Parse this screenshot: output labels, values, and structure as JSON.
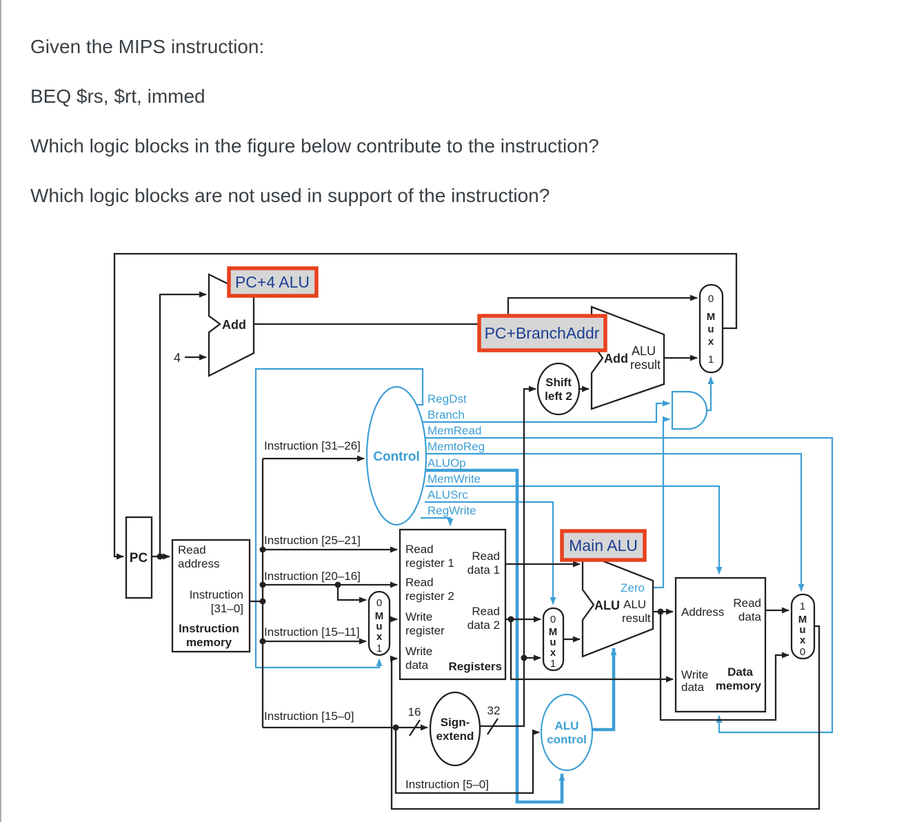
{
  "question": {
    "lines": [
      "Given the MIPS instruction:",
      "BEQ $rs, $rt, immed",
      "Which logic blocks in the figure below contribute to the instruction?",
      "Which logic blocks are not used in support of the instruction?"
    ]
  },
  "colors": {
    "control_blue": "#3d9fd6",
    "wire_black": "#231f20",
    "annotation_border_red": "#e8421e",
    "annotation_bg_gray": "#d6d6d6",
    "annotation_text_navy": "#1c3e92",
    "question_text": "#3a4045"
  },
  "diagram": {
    "annotations": {
      "pc4_alu": "PC+4 ALU",
      "pc_branchaddr": "PC+BranchAddr",
      "main_alu": "Main ALU"
    },
    "control": {
      "title": "Control",
      "signals": [
        "RegDst",
        "Branch",
        "MemRead",
        "MemtoReg",
        "ALUOp",
        "MemWrite",
        "ALUSrc",
        "RegWrite"
      ]
    },
    "blocks": {
      "pc": "PC",
      "add_pc4": "Add",
      "add_branch": {
        "name": "Add",
        "result_1": "ALU",
        "result_2": "result"
      },
      "shift_left2": {
        "line1": "Shift",
        "line2": "left 2"
      },
      "instruction_memory": {
        "read_address_1": "Read",
        "read_address_2": "address",
        "instruction_1": "Instruction",
        "instruction_2": "[31–0]",
        "title_1": "Instruction",
        "title_2": "memory"
      },
      "registers": {
        "read_register1_1": "Read",
        "read_register1_2": "register 1",
        "read_register2_1": "Read",
        "read_register2_2": "register 2",
        "write_register_1": "Write",
        "write_register_2": "register",
        "write_data_1": "Write",
        "write_data_2": "data",
        "read_data1_1": "Read",
        "read_data1_2": "data 1",
        "read_data2_1": "Read",
        "read_data2_2": "data 2",
        "title": "Registers"
      },
      "alu": {
        "name": "ALU",
        "zero": "Zero",
        "result_1": "ALU",
        "result_2": "result"
      },
      "data_memory": {
        "address": "Address",
        "read_data_1": "Read",
        "read_data_2": "data",
        "write_data_1": "Write",
        "write_data_2": "data",
        "title_1": "Data",
        "title_2": "memory"
      },
      "sign_extend": {
        "line1": "Sign-",
        "line2": "extend"
      },
      "alu_control": {
        "line1": "ALU",
        "line2": "control"
      }
    },
    "wire_labels": {
      "instr_31_26": "Instruction [31–26]",
      "instr_25_21": "Instruction [25–21]",
      "instr_20_16": "Instruction [20–16]",
      "instr_15_11": "Instruction [15–11]",
      "instr_15_0": "Instruction [15–0]",
      "instr_5_0": "Instruction [5–0]",
      "const_four": "4",
      "width_16": "16",
      "width_32": "32"
    },
    "muxes": {
      "pcsrc": [
        "0",
        "M",
        "u",
        "x",
        "1"
      ],
      "regdst": [
        "0",
        "M",
        "u",
        "x",
        "1"
      ],
      "alusrc": [
        "0",
        "M",
        "u",
        "x",
        "1"
      ],
      "memtoreg": [
        "1",
        "M",
        "u",
        "x",
        "0"
      ]
    }
  }
}
